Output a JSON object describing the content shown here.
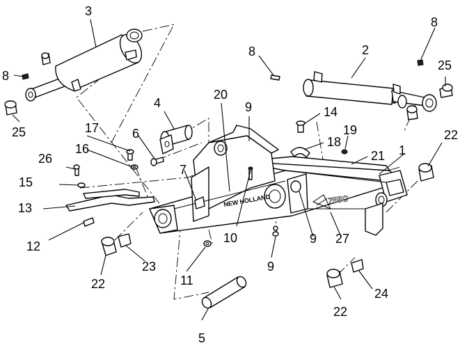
{
  "diagram": {
    "brand_decal": "NEW HOLLAND",
    "model_decal": "755C",
    "callouts": {
      "c1": "1",
      "c2": "2",
      "c3": "3",
      "c4": "4",
      "c5": "5",
      "c6": "6",
      "c7": "7",
      "c8a": "8",
      "c8b": "8",
      "c9a": "9",
      "c9b": "9",
      "c9c": "9",
      "c10": "10",
      "c11": "11",
      "c12": "12",
      "c13": "13",
      "c14": "14",
      "c15": "15",
      "c16": "16",
      "c17": "17",
      "c18": "18",
      "c19": "19",
      "c20": "20",
      "c21": "21",
      "c22a": "22",
      "c22b": "22",
      "c22c": "22",
      "c23": "23",
      "c24": "24",
      "c25a": "25",
      "c25b": "25",
      "c26": "26",
      "c27": "27"
    }
  }
}
